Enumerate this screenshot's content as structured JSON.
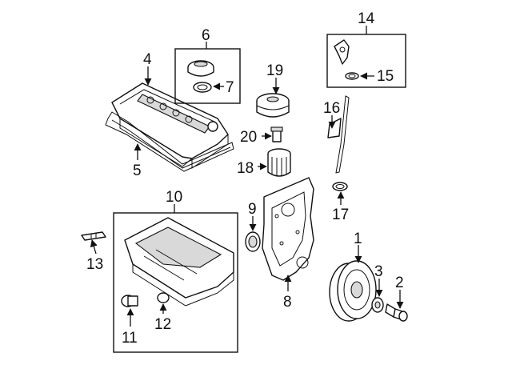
{
  "callouts": {
    "c1": "1",
    "c2": "2",
    "c3": "3",
    "c4": "4",
    "c5": "5",
    "c6": "6",
    "c7": "7",
    "c8": "8",
    "c9": "9",
    "c10": "10",
    "c11": "11",
    "c12": "12",
    "c13": "13",
    "c14": "14",
    "c15": "15",
    "c16": "16",
    "c17": "17",
    "c18": "18",
    "c19": "19",
    "c20": "20"
  },
  "colors": {
    "line": "#111111",
    "fill": "#ffffff",
    "shade": "#d9d9d9"
  }
}
